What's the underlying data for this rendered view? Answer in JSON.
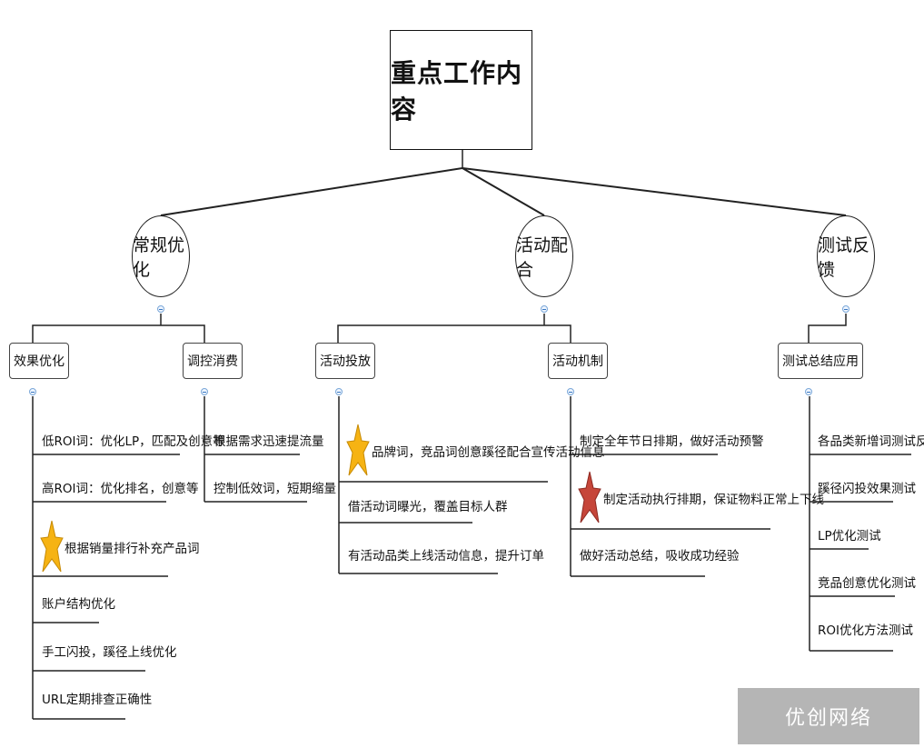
{
  "root": {
    "title": "重点工作内容"
  },
  "branches": [
    {
      "label": "常规优化",
      "subs": [
        {
          "label": "效果优化",
          "items": [
            {
              "text": "低ROI词：优化LP，匹配及创意等"
            },
            {
              "text": "高ROI词：优化排名，创意等"
            },
            {
              "text": "根据销量排行补充产品词",
              "star": "gold"
            },
            {
              "text": "账户结构优化"
            },
            {
              "text": "手工闪投，蹊径上线优化"
            },
            {
              "text": "URL定期排查正确性"
            }
          ]
        },
        {
          "label": "调控消费",
          "items": [
            {
              "text": "根据需求迅速提流量"
            },
            {
              "text": "控制低效词，短期缩量"
            }
          ]
        }
      ]
    },
    {
      "label": "活动配合",
      "subs": [
        {
          "label": "活动投放",
          "items": [
            {
              "text": "品牌词，竞品词创意蹊径配合宣传活动信息",
              "star": "gold"
            },
            {
              "text": "借活动词曝光，覆盖目标人群"
            },
            {
              "text": "有活动品类上线活动信息，提升订单"
            }
          ]
        },
        {
          "label": "活动机制",
          "items": [
            {
              "text": "制定全年节日排期，做好活动预警"
            },
            {
              "text": "制定活动执行排期，保证物料正常上下线",
              "star": "red"
            },
            {
              "text": "做好活动总结，吸收成功经验"
            }
          ]
        }
      ]
    },
    {
      "label": "测试反馈",
      "subs": [
        {
          "label": "测试总结应用",
          "items": [
            {
              "text": "各品类新增词测试反馈"
            },
            {
              "text": "蹊径闪投效果测试"
            },
            {
              "text": "LP优化测试"
            },
            {
              "text": "竞品创意优化测试"
            },
            {
              "text": "ROI优化方法测试"
            }
          ]
        }
      ]
    }
  ],
  "watermark": "优创网络",
  "colors": {
    "star_gold": "#f6b313",
    "star_red": "#c6463a",
    "toggle": "#3a78c2"
  }
}
